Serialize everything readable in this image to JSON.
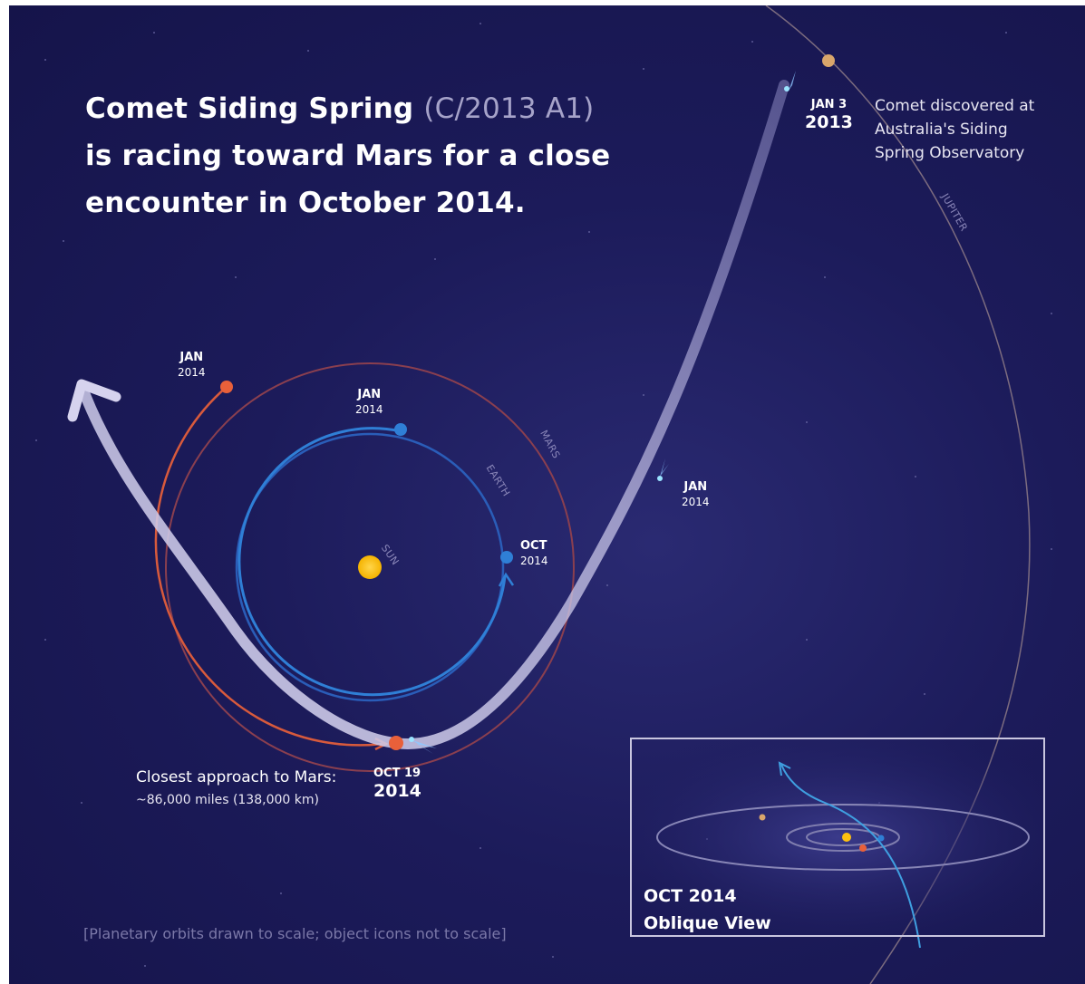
{
  "headline": {
    "line1": "Comet Siding Spring",
    "designation": "(C/2013 A1)",
    "line2": "is racing toward Mars for a close",
    "line3": "encounter in October 2014."
  },
  "discovery": {
    "date": "JAN 3",
    "year": "2013",
    "text_line1": "Comet discovered at",
    "text_line2": "Australia's Siding",
    "text_line3": "Spring Observatory"
  },
  "orbit_labels": {
    "jupiter": "JUPITER",
    "mars": "MARS",
    "earth": "EARTH",
    "sun": "SUN"
  },
  "markers": {
    "mars_jan": {
      "month": "JAN",
      "year": "2014"
    },
    "earth_jan": {
      "month": "JAN",
      "year": "2014"
    },
    "comet_jan": {
      "month": "JAN",
      "year": "2014"
    },
    "earth_oct": {
      "month": "OCT",
      "year": "2014"
    },
    "mars_oct": {
      "month": "OCT 19",
      "year": "2014"
    }
  },
  "closest_approach": {
    "label": "Closest approach to Mars:",
    "distance": "~86,000 miles (138,000 km)"
  },
  "footnote": "[Planetary orbits drawn to scale; object icons not to scale]",
  "inset": {
    "title_line1": "OCT 2014",
    "title_line2": "Oblique View"
  },
  "colors": {
    "background": "#1c1b5a",
    "mars": "#e8603a",
    "mars_orbit": "#b04a48",
    "earth": "#2f7fd6",
    "earth_orbit": "#2a5db8",
    "sun": "#fdc010",
    "jupiter": "#d9a66b",
    "comet_path": "#c9c6e6",
    "comet": "#7fd3ff"
  }
}
